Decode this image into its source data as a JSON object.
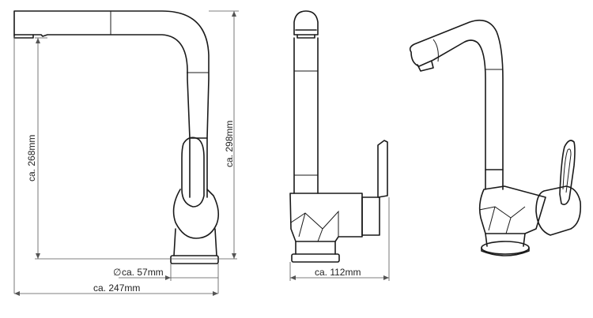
{
  "dimensions": {
    "height_spout": "ca. 268mm",
    "height_total": "ca. 298mm",
    "base_diameter_symbol": "∅",
    "base_diameter": "ca. 57mm",
    "reach": "ca. 247mm",
    "depth": "ca. 112mm"
  },
  "views": [
    "side-view",
    "front-view",
    "perspective-view"
  ]
}
